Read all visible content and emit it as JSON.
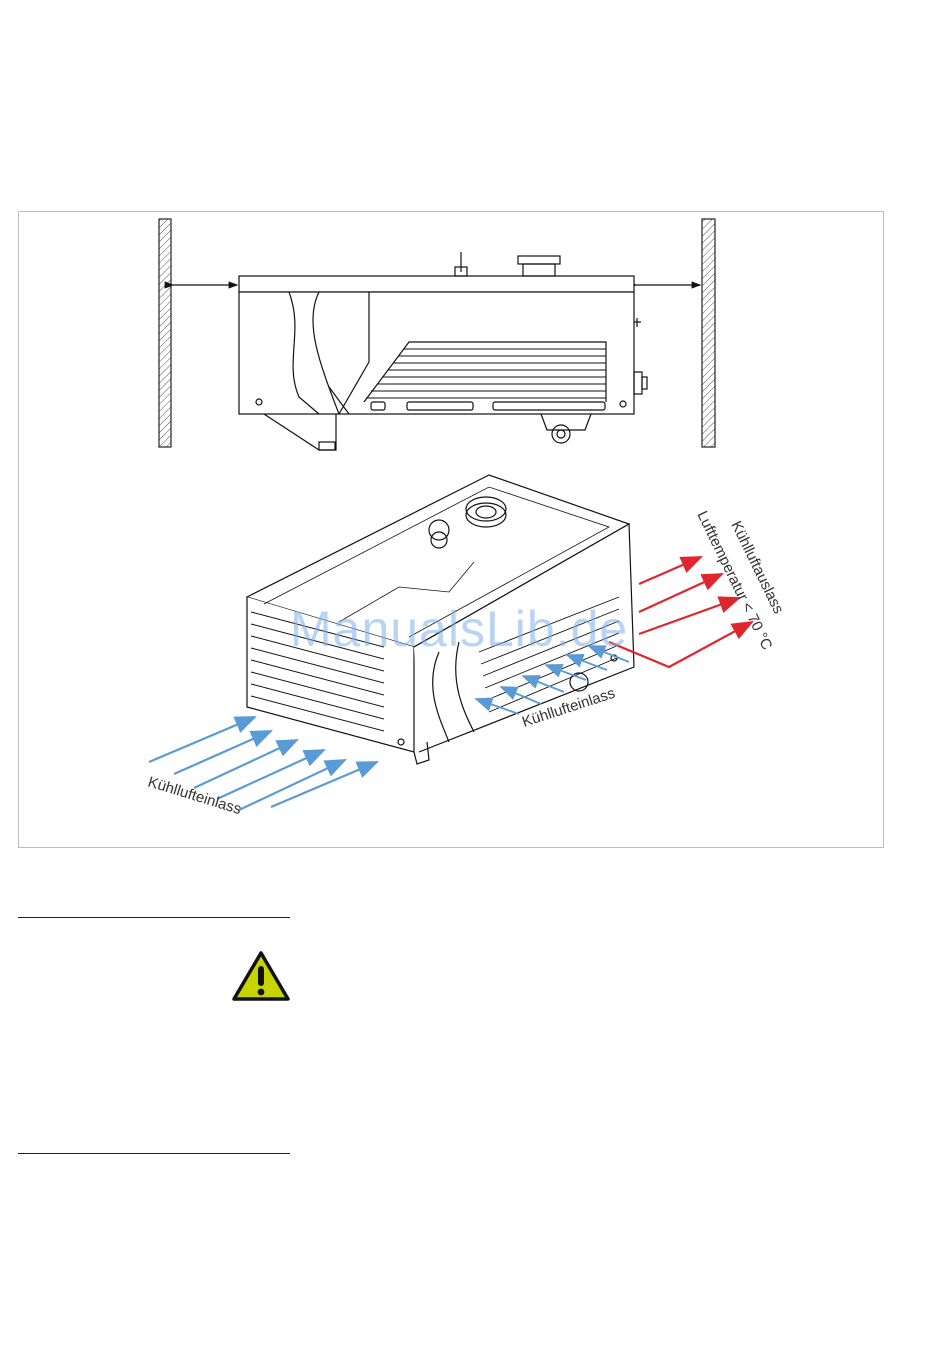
{
  "labels": {
    "inlet_front": "Kühllufteinlass",
    "inlet_side": "Kühllufteinlass",
    "outlet_line1": "Kühlluftauslass",
    "outlet_line2": "Lufttemperatur  < 70 °C"
  },
  "watermark": "ManualsLib.de",
  "colors": {
    "inlet_arrow": "#5b9bd5",
    "outlet_arrow": "#e0262d",
    "warning_fill": "#c8d400"
  },
  "icons": {
    "warning": "warning-triangle-icon",
    "clearance": "double-arrow-icon"
  }
}
